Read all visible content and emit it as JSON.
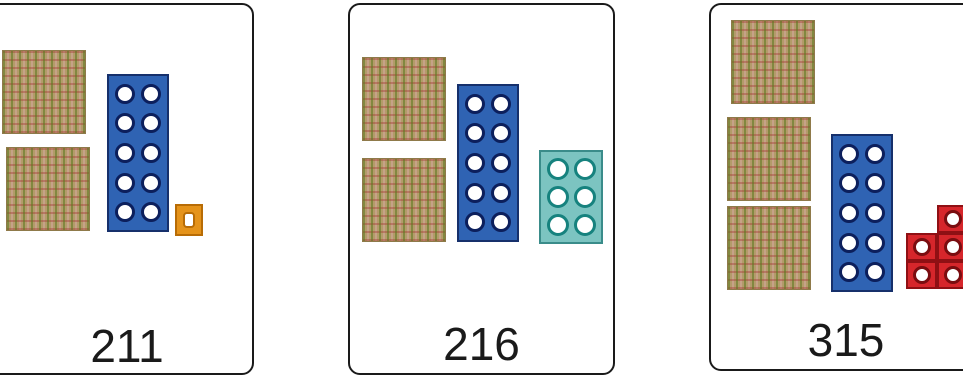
{
  "cards": [
    {
      "number": "211",
      "hundreds": 2,
      "tens": 1,
      "ones": 1
    },
    {
      "number": "216",
      "hundreds": 2,
      "tens": 1,
      "ones": 6
    },
    {
      "number": "315",
      "hundreds": 3,
      "tens": 1,
      "ones": 5
    }
  ],
  "colors": {
    "hundred_block": "#b39b6a",
    "ten_bar": "#2f63b3",
    "six_block": "#7cc4c1",
    "one_block": "#e5931a",
    "five_block": "#d6262b"
  }
}
